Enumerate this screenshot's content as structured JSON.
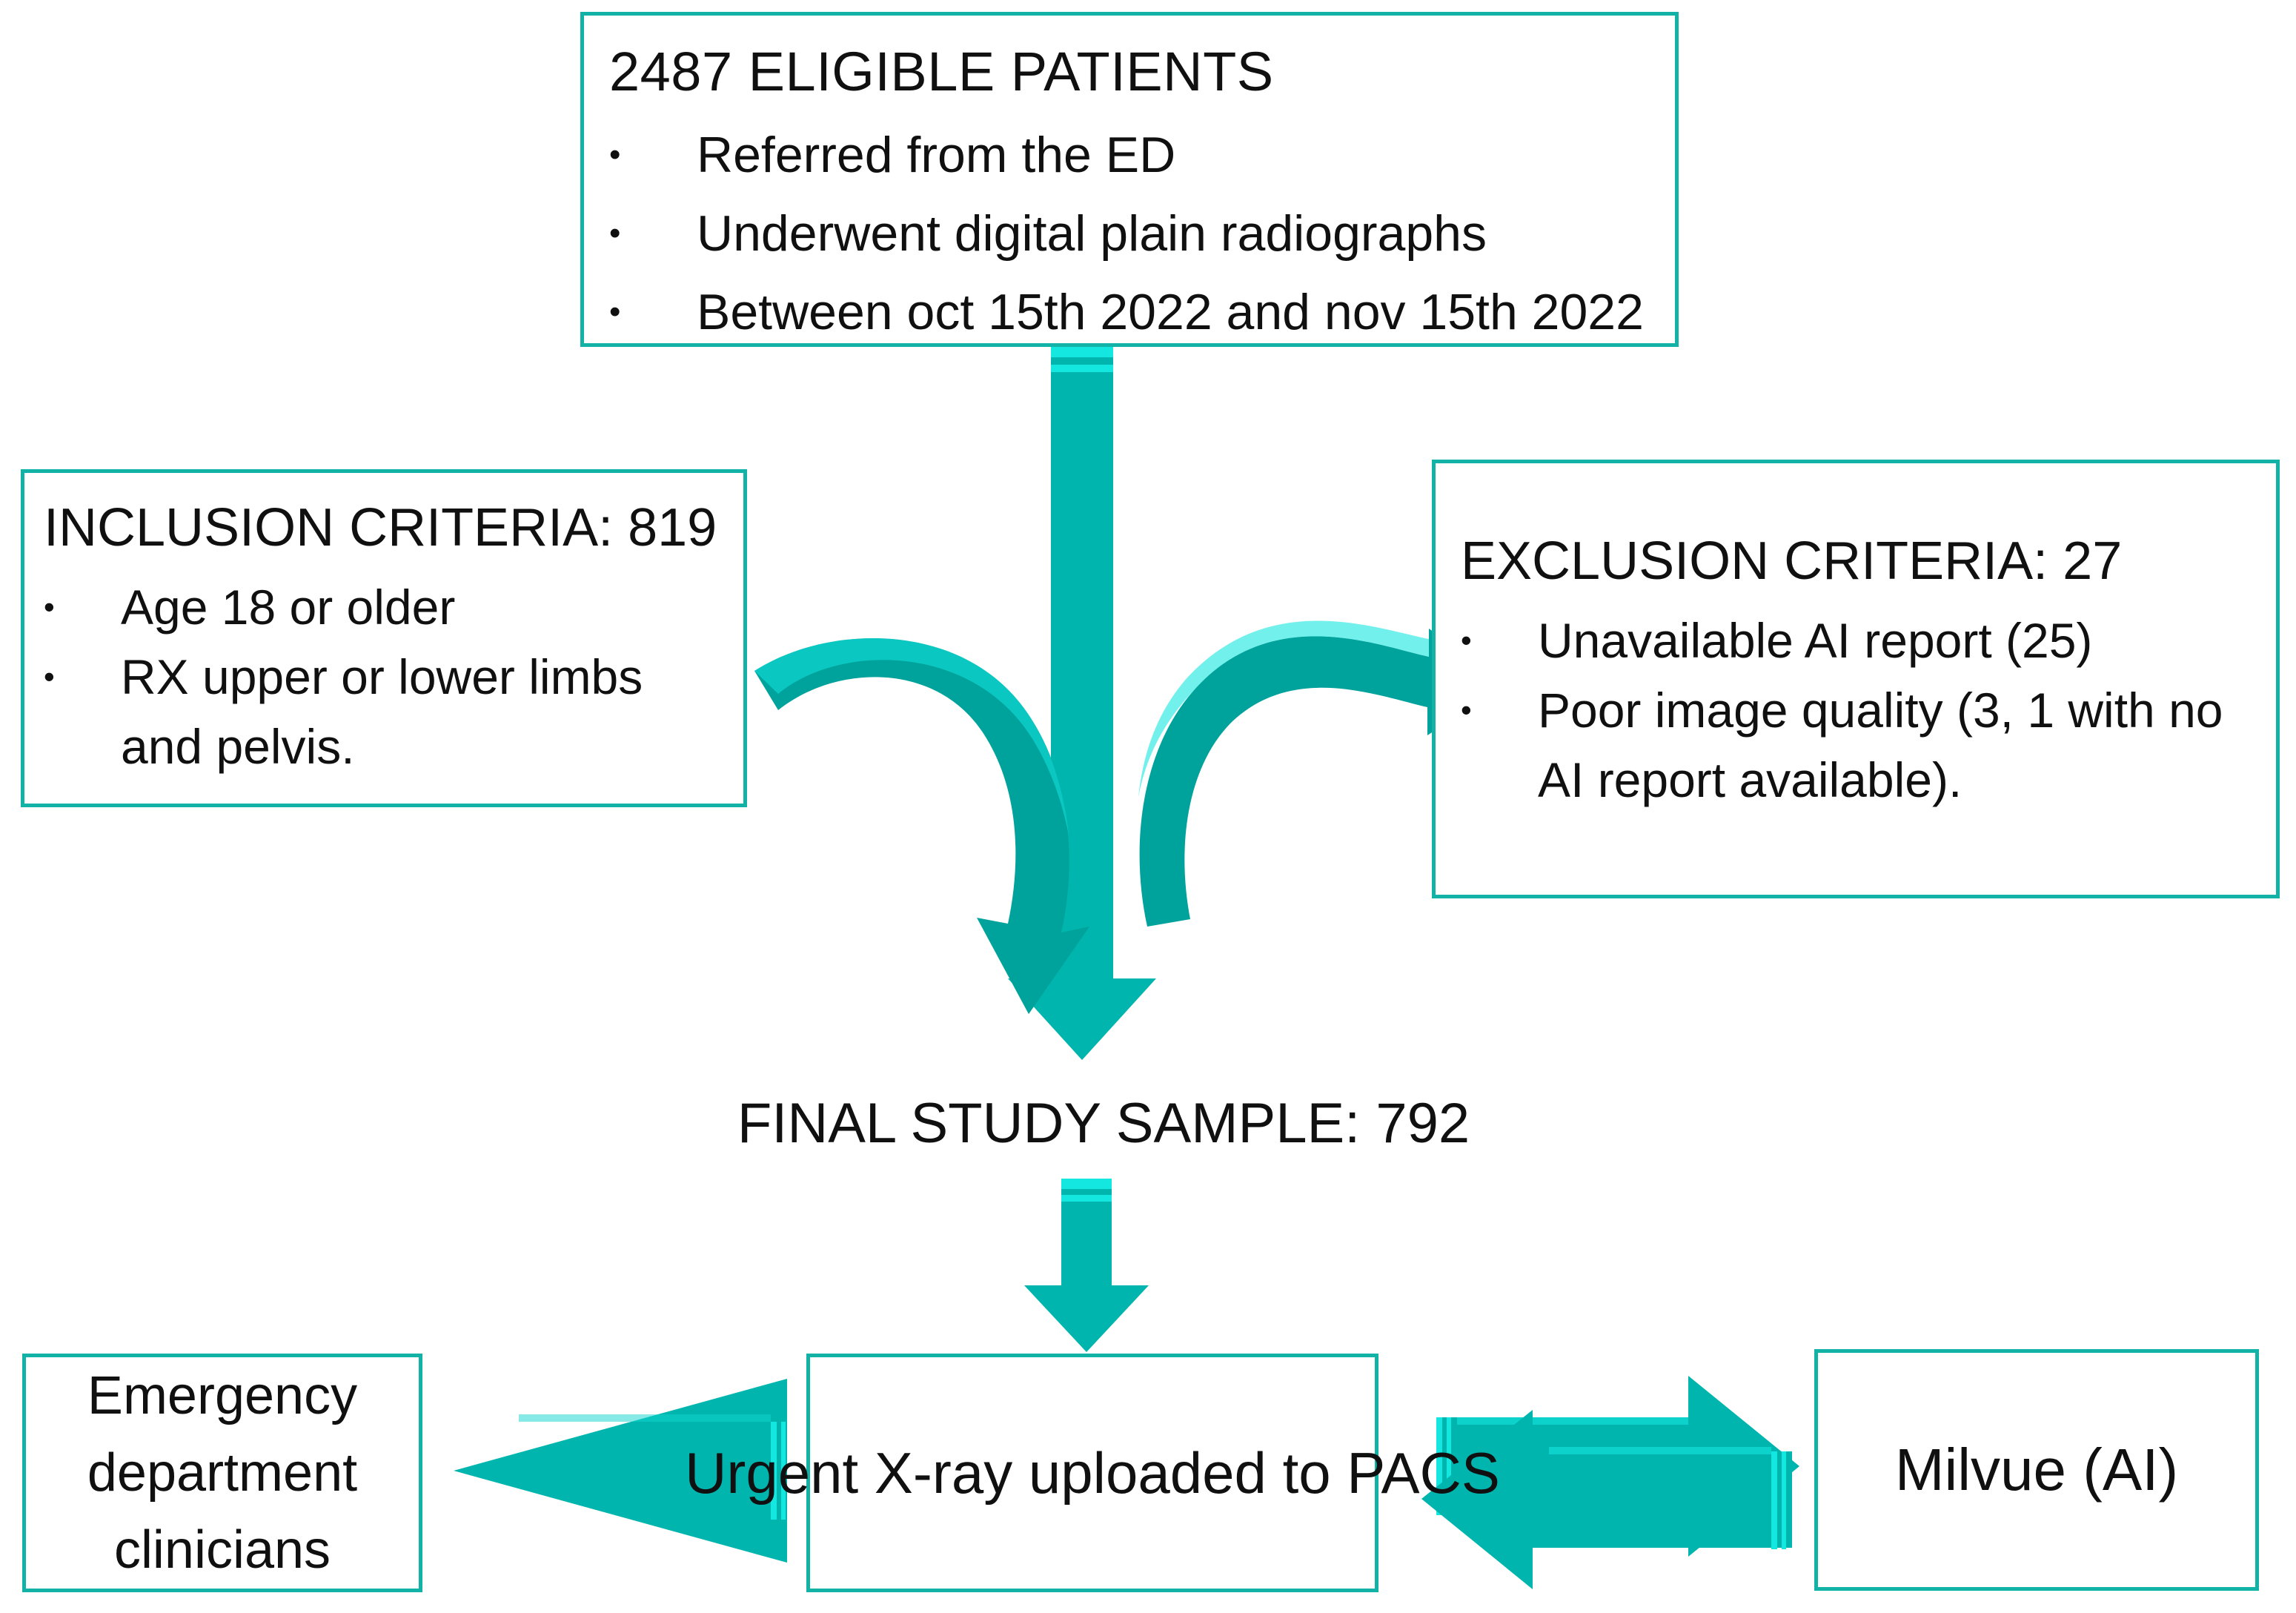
{
  "diagram": {
    "title": "Study patient selection flowchart",
    "accent_color": "#12b2a6",
    "arrow_color": "#00b5ad",
    "arrow_highlight_color": "#14e6e0",
    "text_color": "#101010",
    "background_color": "#ffffff"
  },
  "eligible": {
    "title": "2487 ELIGIBLE PATIENTS",
    "bullet_glyph": "•",
    "items": [
      "Referred from the ED",
      "Underwent digital plain radiographs",
      "Between oct 15th 2022 and nov 15th 2022"
    ]
  },
  "inclusion": {
    "title": "INCLUSION CRITERIA: 819",
    "bullet_glyph": "•",
    "items": [
      "Age 18 or older",
      "RX upper or lower limbs and pelvis."
    ]
  },
  "exclusion": {
    "title": "EXCLUSION CRITERIA: 27",
    "bullet_glyph": "•",
    "items": [
      "Unavailable AI report  (25)",
      "Poor image quality (3, 1 with no AI report available)."
    ]
  },
  "final_sample": {
    "label": "FINAL STUDY SAMPLE: 792"
  },
  "bottom": {
    "ed_clinicians": "Emergency department clinicians",
    "pacs": "Urgent X-ray uploaded to PACS",
    "milvue": "Milvue (AI)"
  },
  "arrows": {
    "eligible_to_final": "down-arrow-main",
    "inclusion_curve": "curved-arrow-inclusion-to-final",
    "exclusion_curve": "curved-arrow-to-exclusion",
    "final_to_pacs": "down-arrow-final-to-pacs",
    "pacs_to_ed": "left-arrow-pacs-to-ed",
    "pacs_to_milvue": "right-arrow-pacs-to-milvue",
    "milvue_to_pacs": "left-arrow-milvue-to-pacs"
  }
}
